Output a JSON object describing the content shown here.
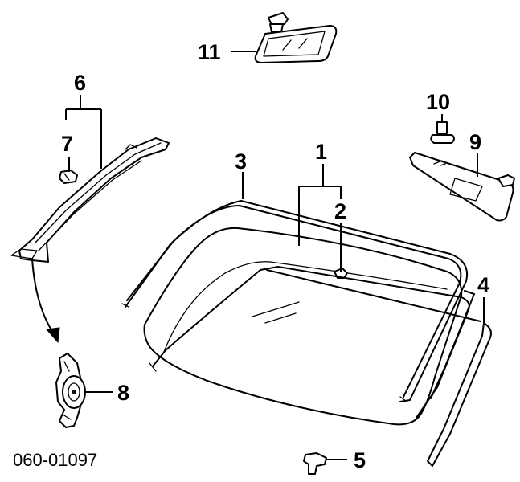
{
  "diagram": {
    "part_code": "060-01097",
    "callouts": {
      "c1": "1",
      "c2": "2",
      "c3": "3",
      "c4": "4",
      "c5": "5",
      "c6": "6",
      "c7": "7",
      "c8": "8",
      "c9": "9",
      "c10": "10",
      "c11": "11"
    }
  }
}
